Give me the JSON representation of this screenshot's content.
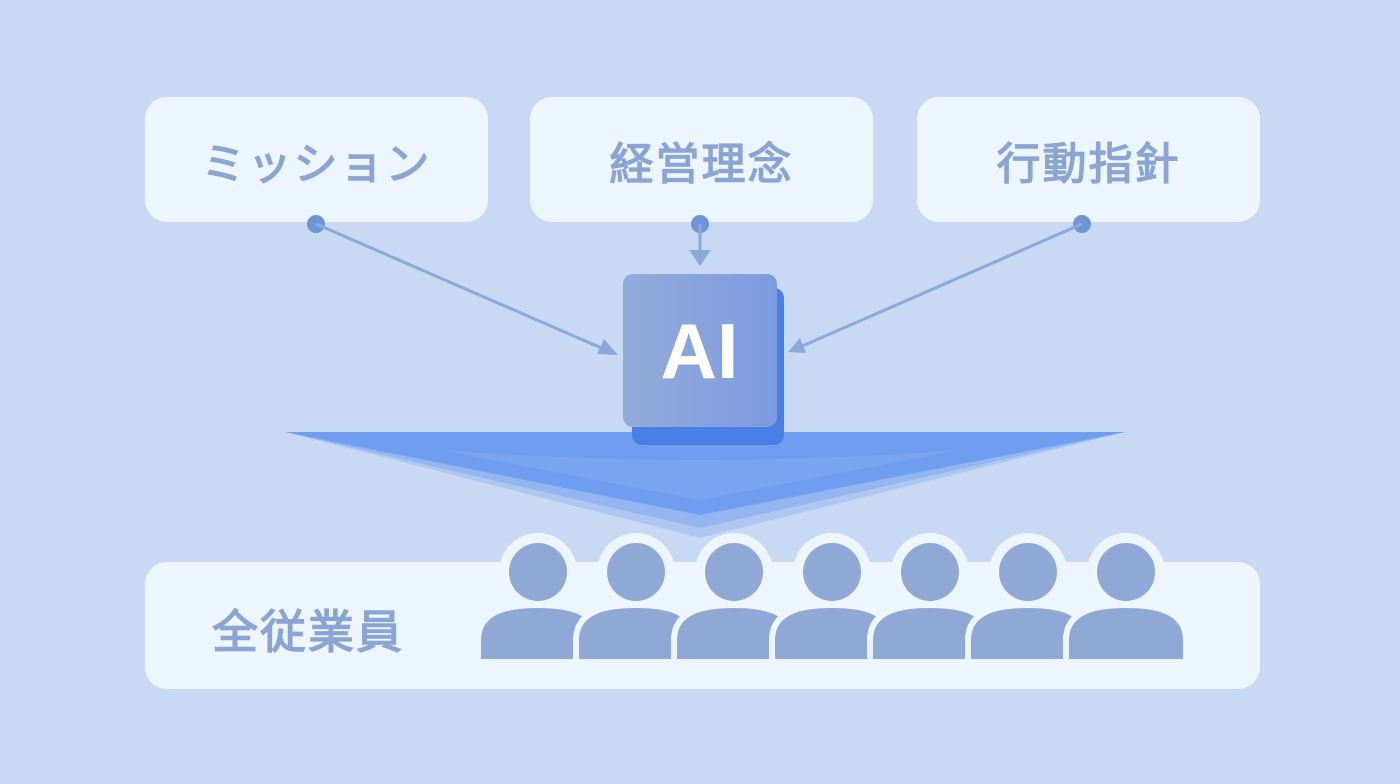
{
  "top_boxes": [
    {
      "label": "ミッション"
    },
    {
      "label": "経営理念"
    },
    {
      "label": "行動指針"
    }
  ],
  "center": {
    "label": "AI"
  },
  "bottom": {
    "label": "全従業員",
    "person_icon_count": 7
  },
  "colors": {
    "background": "#c9d9f4",
    "card": "#edf5fe",
    "text": "#8aa5d4",
    "connector": "#7f9fd8",
    "ai_box": "#8aa3d6",
    "ai_shadow": "#4a80e6",
    "funnel": "#6f9ef0",
    "person": "#8fa8d6"
  }
}
